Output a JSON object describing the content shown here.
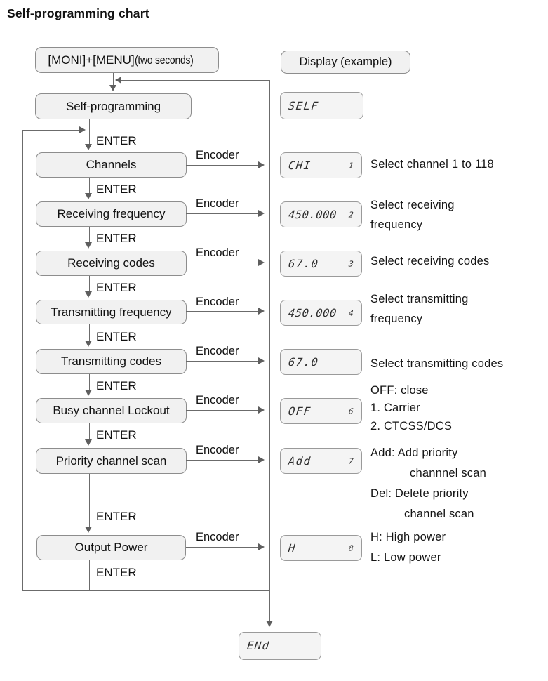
{
  "title": "Self-programming chart",
  "labels": {
    "enter": "ENTER",
    "encoder": "Encoder"
  },
  "start": {
    "keys": "[MONI]+[MENU]",
    "note": "(two seconds)"
  },
  "display_header": "Display  (example)",
  "self_row": {
    "box": "Self-programming",
    "display": "SELF"
  },
  "rows": [
    {
      "box": "Channels",
      "display": "CHI",
      "index": "1",
      "desc": [
        "Select channel 1 to 118"
      ]
    },
    {
      "box": "Receiving frequency",
      "display": "450.000",
      "index": "2",
      "desc": [
        "Select receiving",
        "frequency"
      ]
    },
    {
      "box": "Receiving codes",
      "display": "67.0",
      "index": "3",
      "desc": [
        "Select receiving codes"
      ]
    },
    {
      "box": "Transmitting frequency",
      "display": "450.000",
      "index": "4",
      "desc": [
        "Select transmitting",
        "frequency"
      ]
    },
    {
      "box": "Transmitting codes",
      "display": "67.0",
      "index": "",
      "desc": [
        "Select transmitting codes"
      ]
    },
    {
      "box": "Busy channel Lockout",
      "display": "OFF",
      "index": "6",
      "desc": [
        "OFF: close",
        "1. Carrier",
        "2. CTCSS/DCS"
      ]
    },
    {
      "box": "Priority channel scan",
      "display": "Add",
      "index": "7",
      "desc": [
        "Add: Add priority",
        "channnel scan",
        "Del: Delete priority",
        "channel scan"
      ]
    },
    {
      "box": "Output Power",
      "display": "H",
      "index": "8",
      "desc": [
        "H: High power",
        "L: Low power"
      ]
    }
  ],
  "end_display": "ENd",
  "colors": {
    "box_fill": "#f1f1f1",
    "box_border": "#8d8d8d",
    "line": "#6b6b6b",
    "text": "#111111",
    "lcd_text": "#2e2e2e"
  }
}
